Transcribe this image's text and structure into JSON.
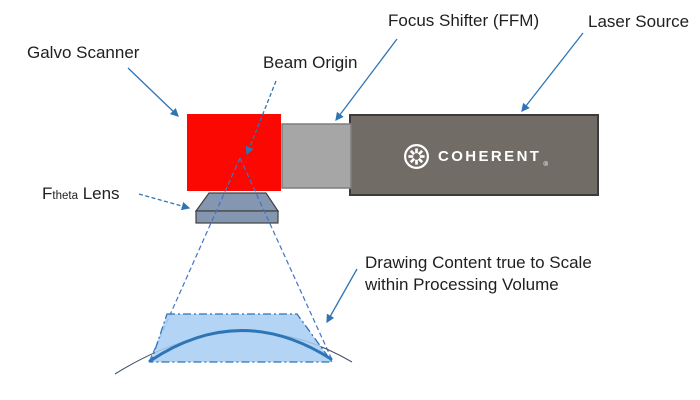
{
  "diagram": {
    "labels": {
      "galvo_scanner": "Galvo Scanner",
      "beam_origin": "Beam Origin",
      "focus_shifter": "Focus Shifter (FFM)",
      "laser_source": "Laser Source",
      "ftheta_prefix": "F",
      "ftheta_sub": "theta",
      "ftheta_suffix": " Lens",
      "drawing_content_line1": "Drawing Content true to Scale",
      "drawing_content_line2": "within Processing Volume"
    },
    "logo": {
      "brand": "COHERENT",
      "registered_mark": "®",
      "icon": "eight-spoked-asterisk-in-circle"
    },
    "colors": {
      "galvo_red": "#FB0802",
      "focus_shifter_gray": "#A6A6A6",
      "focus_shifter_border": "#7F7F7F",
      "laser_gray": "#716C66",
      "laser_border": "#3B3B3B",
      "lens_blue_gray": "#8496B0",
      "lens_border": "#404040",
      "volume_fill": "#A7CDF3",
      "volume_border": "#2E75B6",
      "arc_thick": "#2E75B6",
      "arc_thin": "#44546A",
      "cone_dash": "#4472C4",
      "arrow_blue": "#2E75B6",
      "label_text": "#1F1F1F",
      "logo_white": "#FFFFFF"
    }
  }
}
